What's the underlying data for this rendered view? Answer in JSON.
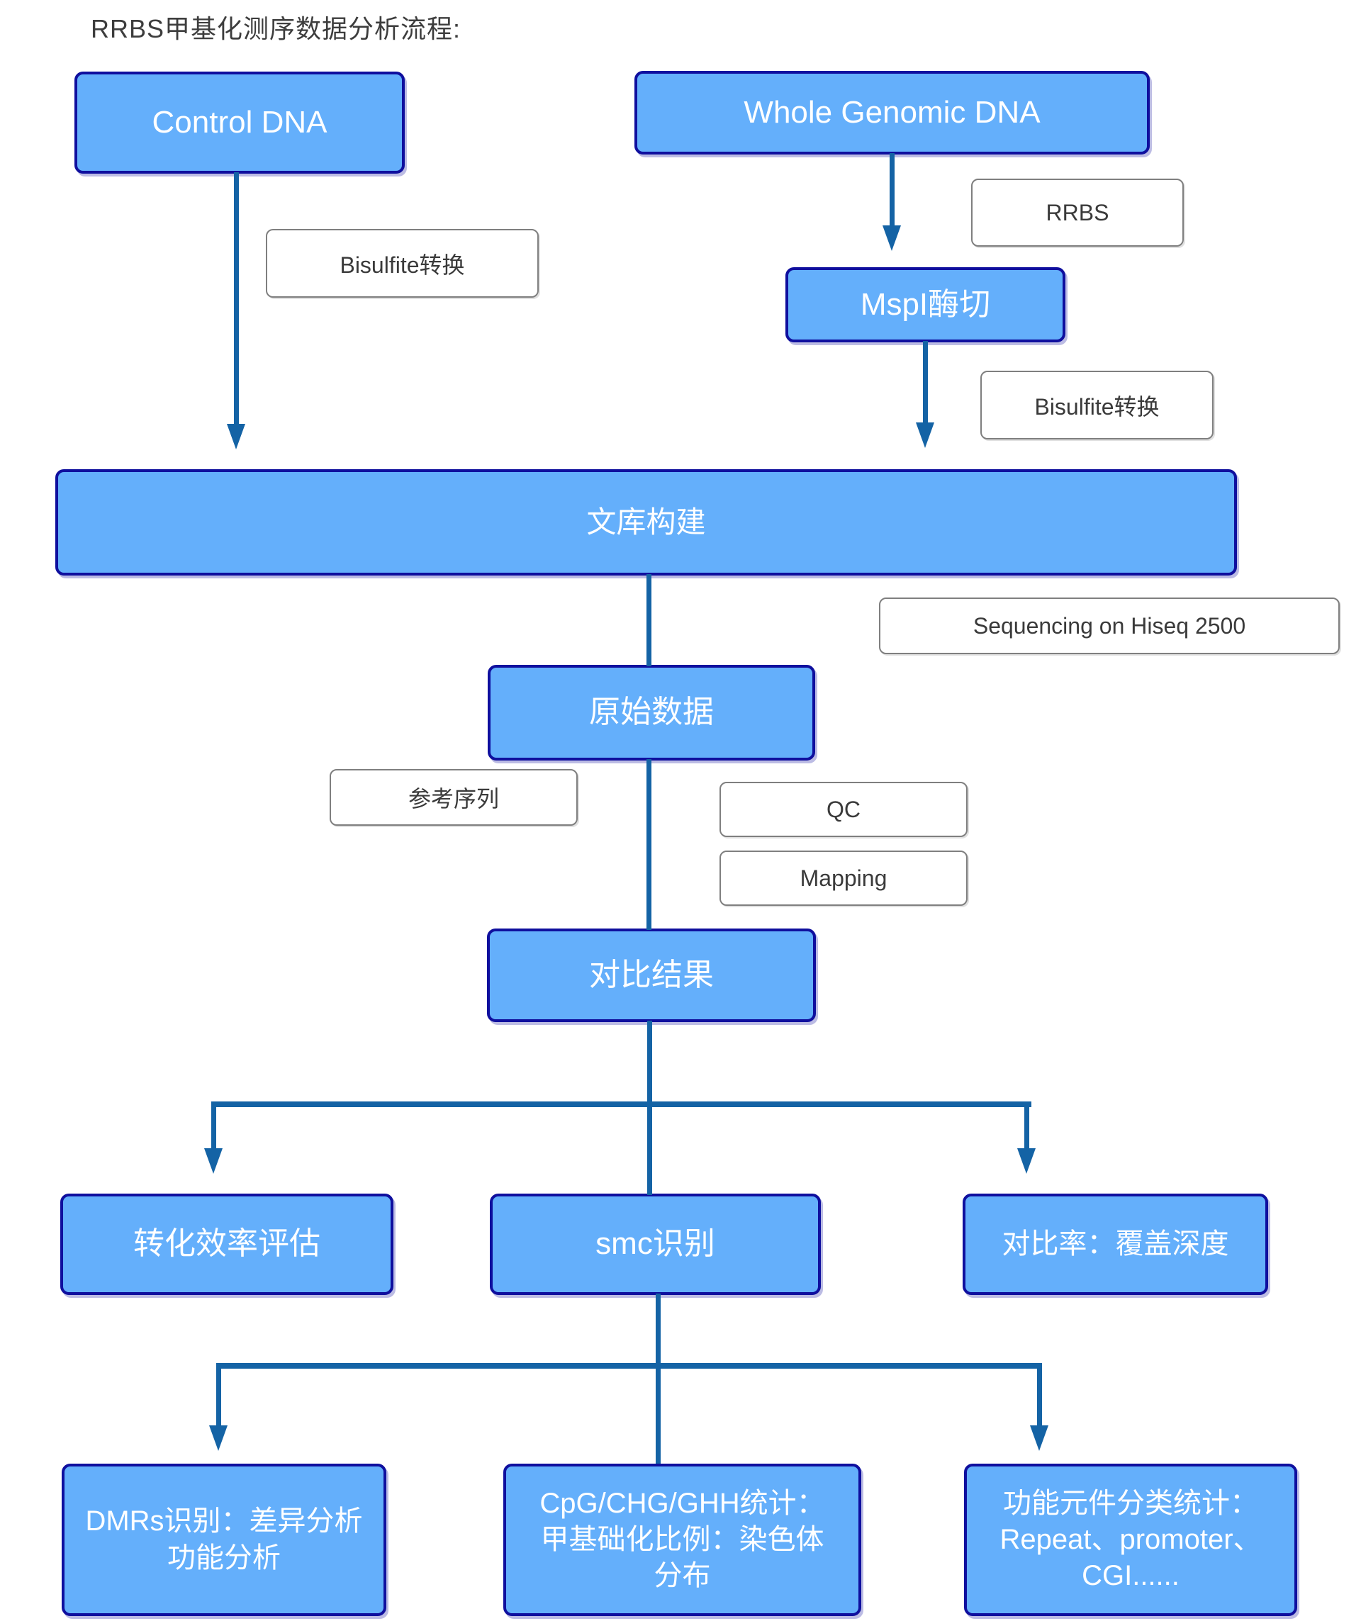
{
  "title": "RRBS甲基化测序数据分析流程:",
  "colors": {
    "node_fill": "#64AFFB",
    "node_border": "#0F0F9E",
    "connector": "#1463A5",
    "label_border": "#7F7F7F",
    "label_text": "#3A3A3A",
    "node_text": "#FFFFFF",
    "title_text": "#3D3D3D"
  },
  "nodes": {
    "control_dna": "Control DNA",
    "whole_genomic_dna": "Whole Genomic DNA",
    "mspi_digestion": "MspI酶切",
    "library_construction": "文库构建",
    "raw_data": "原始数据",
    "alignment_result": "对比结果",
    "conversion_efficiency": "转化效率评估",
    "smc_identification": "smc识别",
    "mapping_rate_depth": "对比率：覆盖深度",
    "dmrs": "DMRs识别：差异分析\n功能分析",
    "cpg_stats": "CpG/CHG/GHH统计：\n甲基础化比例：染色体\n分布",
    "functional_elements": "功能元件分类统计：\nRepeat、promoter、\nCGI......"
  },
  "labels": {
    "bisulfite_left": "Bisulfite转换",
    "rrbs": "RRBS",
    "bisulfite_right": "Bisulfite转换",
    "sequencing": "Sequencing on Hiseq 2500",
    "reference_seq": "参考序列",
    "qc": "QC",
    "mapping": "Mapping"
  }
}
